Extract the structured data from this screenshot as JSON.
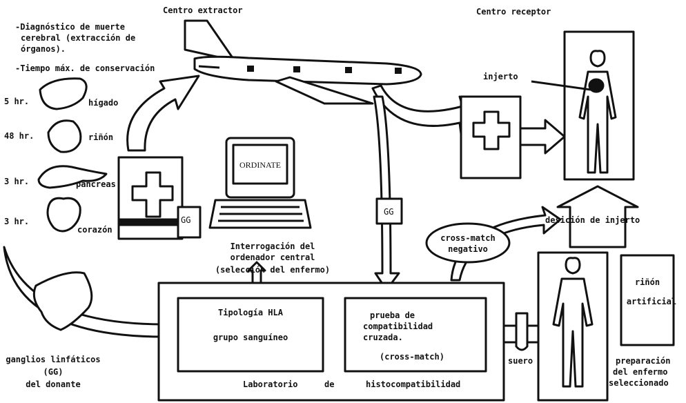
{
  "headings": {
    "donor_center": "Centro extractor",
    "recipient_center": "Centro receptor"
  },
  "donor_notes": {
    "line1": "-Diagnóstico de muerte",
    "line2": "cerebral (extracción de",
    "line3": "órganos).",
    "line4": "-Tiempo máx. de conservación"
  },
  "organs": [
    {
      "time": "5 hr.",
      "name": "hígado"
    },
    {
      "time": "48 hr.",
      "name": "riñón"
    },
    {
      "time": "3 hr.",
      "name": "páncreas"
    },
    {
      "time": "3  hr.",
      "name": "corazón"
    }
  ],
  "lymph_nodes": {
    "line1": "ganglios linfáticos",
    "line2": "(GG)",
    "line3": "del donante"
  },
  "box_label_gg": "GG",
  "computer": {
    "screen_text": "ORDINATE",
    "caption_line1": "Interrogación del",
    "caption_line2": "ordenador central",
    "caption_line3": "(selección del enfermo)"
  },
  "graft_label": "injerto",
  "decision_label": "desición de injerto",
  "cross_match_bubble": {
    "line1": "cross-match",
    "line2": "negativo"
  },
  "lab": {
    "title_word1": "Laboratorio",
    "title_word2": "de",
    "title_word3": "histocompatibilidad",
    "left_box_line1": "Tipología HLA",
    "left_box_line2": "grupo sanguíneo",
    "right_box_line1": "prueba de",
    "right_box_line2": "compatibilidad",
    "right_box_line3": "cruzada.",
    "right_box_line4": "(cross-match)"
  },
  "serum_label": "suero",
  "artificial_kidney": {
    "line1": "riñón",
    "line2": "artificial"
  },
  "patient_prep": {
    "line1": "preparación",
    "line2": "del enfermo",
    "line3": "seleccionado"
  }
}
